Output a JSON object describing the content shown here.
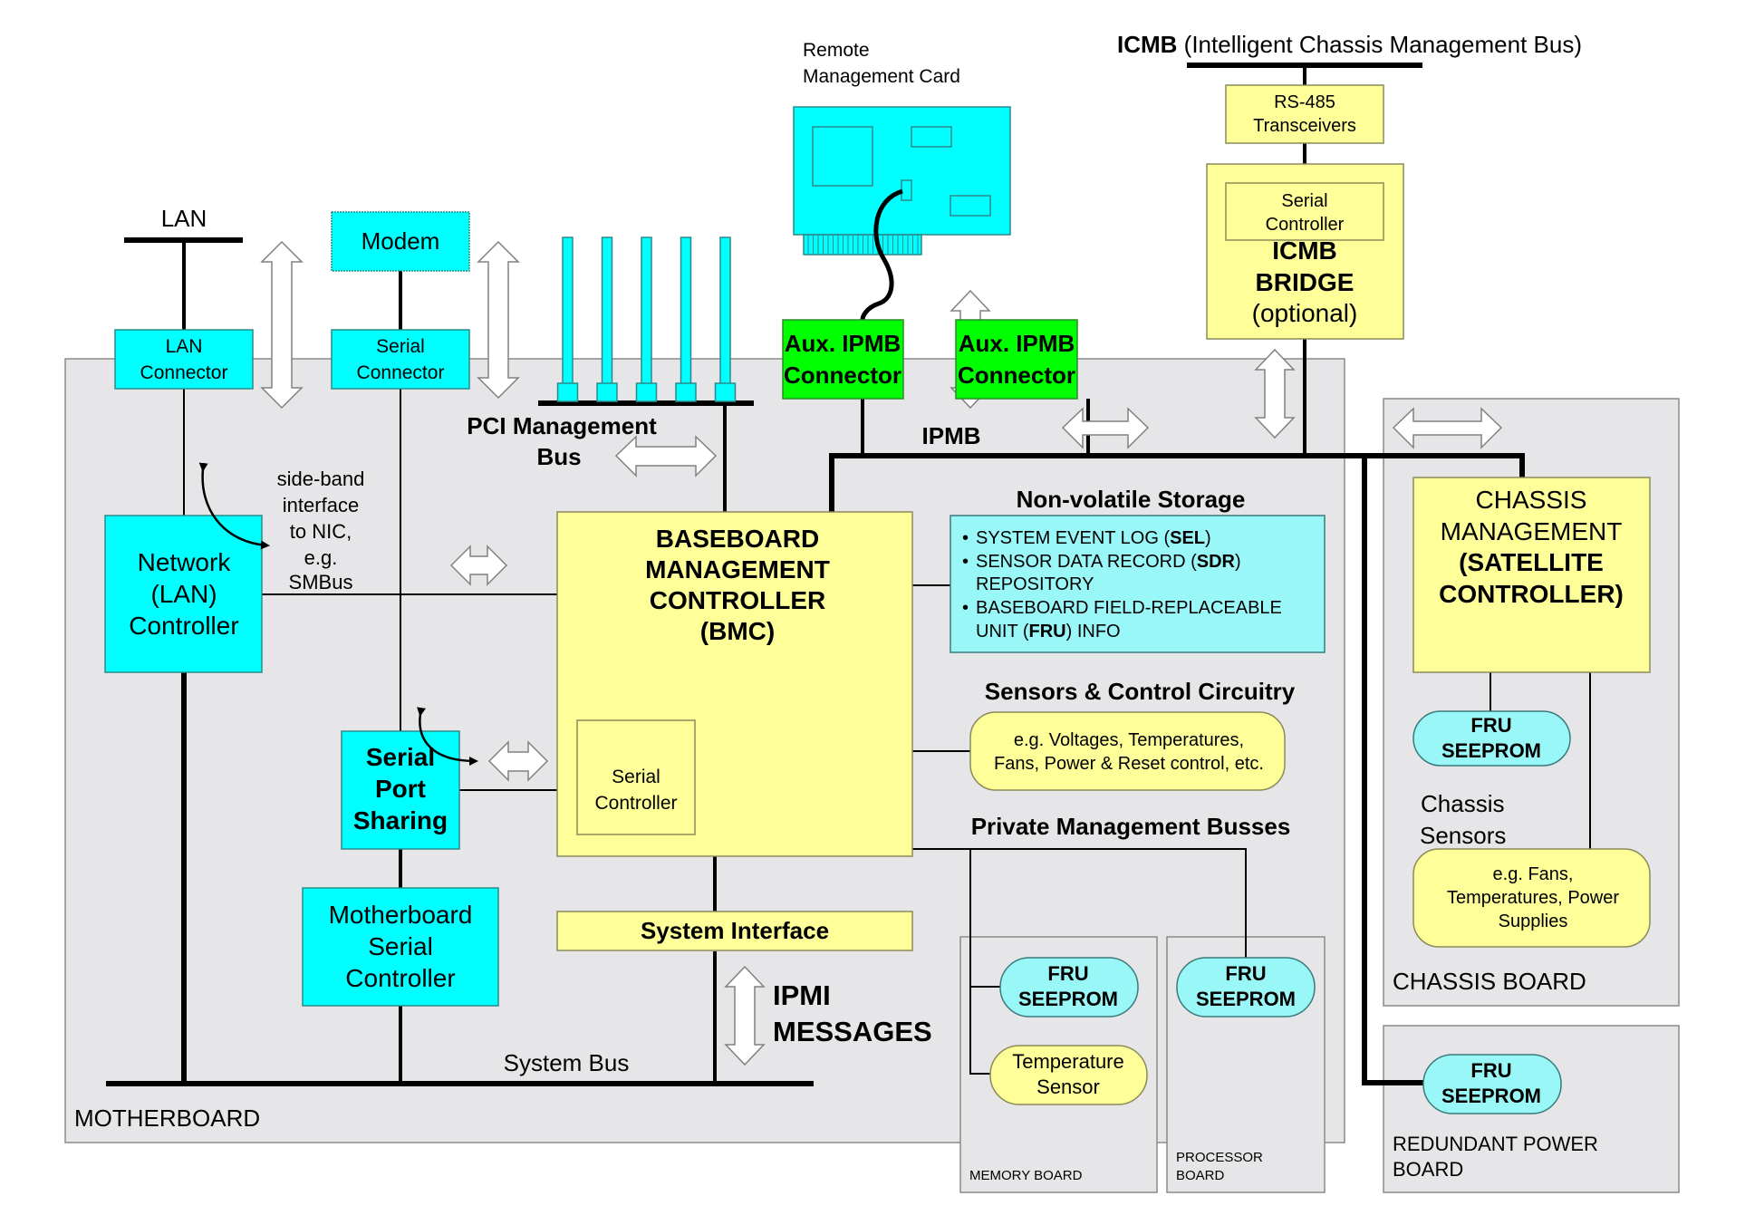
{
  "diagram": {
    "title": "IPMI Management Architecture",
    "colors": {
      "component_cyan": "#00ffff",
      "seeprom_cyan": "#99f7f7",
      "controller_yellow": "#ffff99",
      "connector_green": "#00ff00",
      "board_gray": "#e6e6e8",
      "bus_black": "#000000"
    },
    "external": {
      "lan_label": "LAN",
      "modem": "Modem",
      "remote_card": [
        "Remote",
        "Management Card"
      ],
      "icmb_bold": "ICMB",
      "icmb_rest": "(Intelligent Chassis Management Bus)",
      "rs485": [
        "RS-485",
        "Transceivers"
      ],
      "icmb_bridge_serial": [
        "Serial",
        "Controller"
      ],
      "icmb_bridge": [
        "ICMB",
        "BRIDGE",
        "(optional)"
      ]
    },
    "motherboard": {
      "label": "MOTHERBOARD",
      "lan_connector": [
        "LAN",
        "Connector"
      ],
      "serial_connector": [
        "Serial",
        "Connector"
      ],
      "network_controller": [
        "Network",
        "(LAN)",
        "Controller"
      ],
      "sideband_note": [
        "side-band",
        "interface",
        "to NIC,",
        "e.g.",
        "SMBus"
      ],
      "serial_port_sharing": [
        "Serial",
        "Port",
        "Sharing"
      ],
      "mb_serial_controller": [
        "Motherboard",
        "Serial",
        "Controller"
      ],
      "pci_bus": [
        "PCI Management",
        "Bus"
      ],
      "pci_slot_count": 5,
      "aux_ipmb_1": [
        "Aux. IPMB",
        "Connector"
      ],
      "aux_ipmb_2": [
        "Aux. IPMB",
        "Connector"
      ],
      "ipmb_label": "IPMB",
      "bmc": [
        "BASEBOARD",
        "MANAGEMENT",
        "CONTROLLER",
        "(BMC)"
      ],
      "bmc_serial": [
        "Serial",
        "Controller"
      ],
      "system_interface": "System Interface",
      "ipmi_messages": [
        "IPMI",
        "MESSAGES"
      ],
      "system_bus": "System Bus",
      "nv_storage_title": "Non-volatile Storage",
      "nv_storage_items": [
        {
          "pre": "SYSTEM EVENT LOG (",
          "bold": "SEL",
          "post": ")",
          "cont": ""
        },
        {
          "pre": "SENSOR DATA RECORD (",
          "bold": "SDR",
          "post": ")",
          "cont": "REPOSITORY"
        },
        {
          "pre": "BASEBOARD FIELD-REPLACEABLE",
          "bold": "",
          "post": "",
          "cont_pre": "UNIT (",
          "cont_bold": "FRU",
          "cont_post": ") INFO"
        }
      ],
      "sensors_title": "Sensors & Control Circuitry",
      "sensors_box": [
        "e.g. Voltages, Temperatures,",
        "Fans, Power & Reset control, etc."
      ],
      "private_busses_title": "Private Management Busses"
    },
    "memory_board": {
      "label": "MEMORY  BOARD",
      "fru": [
        "FRU",
        "SEEPROM"
      ],
      "temp_sensor": [
        "Temperature",
        "Sensor"
      ]
    },
    "processor_board": {
      "label": [
        "PROCESSOR",
        "BOARD"
      ],
      "fru": [
        "FRU",
        "SEEPROM"
      ]
    },
    "chassis_board": {
      "label": "CHASSIS BOARD",
      "controller_plain": [
        "CHASSIS",
        "MANAGEMENT"
      ],
      "controller_bold": [
        "(SATELLITE",
        "CONTROLLER)"
      ],
      "fru": [
        "FRU",
        "SEEPROM"
      ],
      "sensors_label": [
        "Chassis",
        "Sensors"
      ],
      "sensors_box": [
        "e.g. Fans,",
        "Temperatures, Power",
        "Supplies"
      ]
    },
    "power_board": {
      "label": [
        "REDUNDANT POWER",
        "BOARD"
      ],
      "fru": [
        "FRU",
        "SEEPROM"
      ]
    }
  }
}
